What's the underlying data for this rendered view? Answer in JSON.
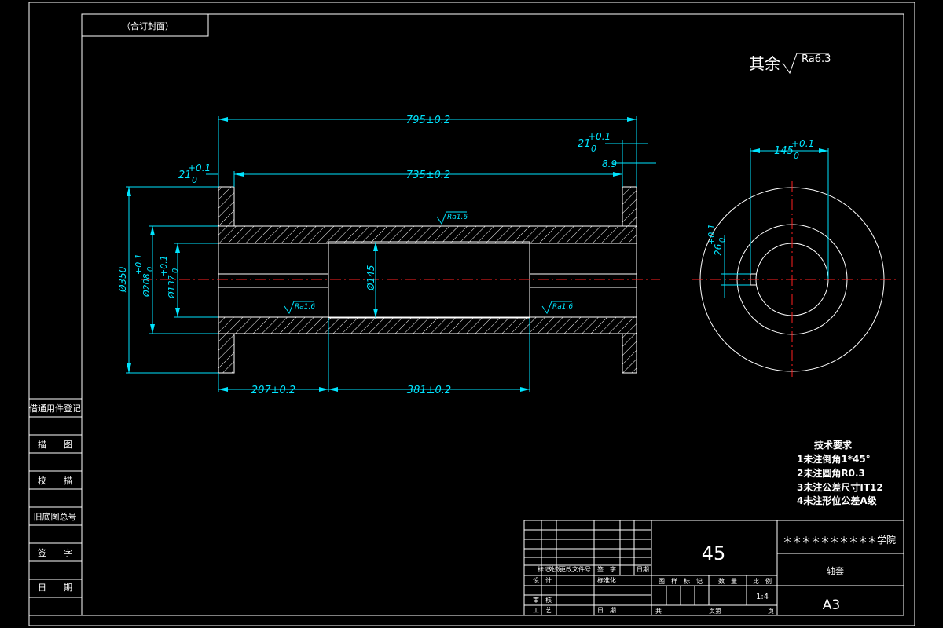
{
  "header_label": "（合订封面）",
  "roughness_general": {
    "prefix": "其余",
    "value": "Ra6.3"
  },
  "dimensions": {
    "overall_length": "795±0.2",
    "inner_length": "735±0.2",
    "flange_left_tol": {
      "base": "21",
      "upper": "+0.1",
      "lower": "0"
    },
    "flange_right_tol": {
      "base": "21",
      "upper": "+0.1",
      "lower": "0"
    },
    "right_offset": "8.9",
    "dia_outer": "Ø350",
    "dia_208": {
      "base": "Ø208",
      "upper": "+0.1",
      "lower": "0"
    },
    "dia_137": {
      "base": "Ø137",
      "upper": "+0.1",
      "lower": "0"
    },
    "dia_center": "Ø145",
    "bottom_left": "207±0.2",
    "bottom_right": "381±0.2",
    "side_width": {
      "base": "145",
      "upper": "+0.1",
      "lower": "0"
    },
    "side_key": {
      "base": "26",
      "upper": "+0.1",
      "lower": "0"
    }
  },
  "roughness_marks": [
    "Ra1.6",
    "Ra1.6",
    "Ra1.6"
  ],
  "tech_requirements": {
    "title": "技术要求",
    "items": [
      "1未注倒角1*45°",
      "2未注圆角R0.3",
      "3未注公差尺寸IT12",
      "4未注形位公差A级"
    ]
  },
  "side_table": [
    "借通用件登记",
    "描　　图",
    "校　　描",
    "旧底图总号",
    "签　　字",
    "日　　期"
  ],
  "title_block": {
    "material": "45",
    "school": "＊＊＊＊＊＊＊＊＊＊学院",
    "part_name": "轴套",
    "sheet": "A3",
    "scale": "1:4",
    "header_row": [
      "标记",
      "处数",
      "更改文件号",
      "签　字",
      "日期"
    ],
    "row_design": [
      "设　计",
      "",
      "标准化"
    ],
    "row_check": "审　核",
    "row_process": [
      "工　艺",
      "",
      "日　期"
    ],
    "info_headers": [
      "图　样　标　记",
      "数　量",
      "比　例"
    ],
    "sheet_total": "共",
    "sheet_page": "页第",
    "sheet_end": "页"
  }
}
